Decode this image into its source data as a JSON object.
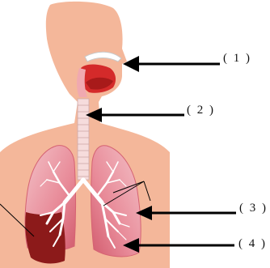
{
  "diagram": {
    "labels": [
      "( 1 )",
      "( 2 )",
      "( 3 )",
      "( 4 )"
    ],
    "colors": {
      "skin": "#f4b79a",
      "lung": "#e07080",
      "lung_light": "#f3c2c8",
      "lung_dark": "#8c1a1a",
      "mouth": "#d42a2a",
      "trachea": "#f6dcdc",
      "bronchi": "#ffffff",
      "arrow": "#000000"
    }
  }
}
